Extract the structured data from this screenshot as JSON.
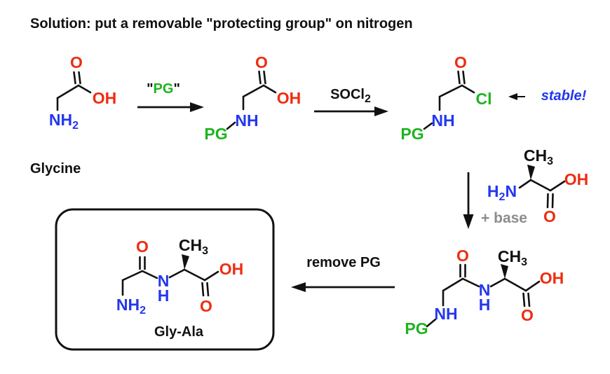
{
  "title": "Solution: put a removable \"protecting group\" on nitrogen",
  "colors": {
    "background": "#ffffff",
    "black": "#111111",
    "red": "#ee2d11",
    "blue": "#2337ee",
    "green": "#1eb41e",
    "gray": "#8c8c8c"
  },
  "atoms": {
    "o": "O",
    "oh": "OH",
    "nh": "NH",
    "n": "N",
    "h": "H",
    "cl": "Cl",
    "pg": "PG",
    "ch": "CH",
    "sub2": "2",
    "sub3": "3"
  },
  "labels": {
    "glycine": "Glycine",
    "gly_ala": "Gly-Ala",
    "quote": "\"",
    "pg_reagent": "PG",
    "socl": "SOCl",
    "socl_sub": "2",
    "stable": "stable!",
    "plus_base": "+ base",
    "remove_pg": "remove PG"
  }
}
